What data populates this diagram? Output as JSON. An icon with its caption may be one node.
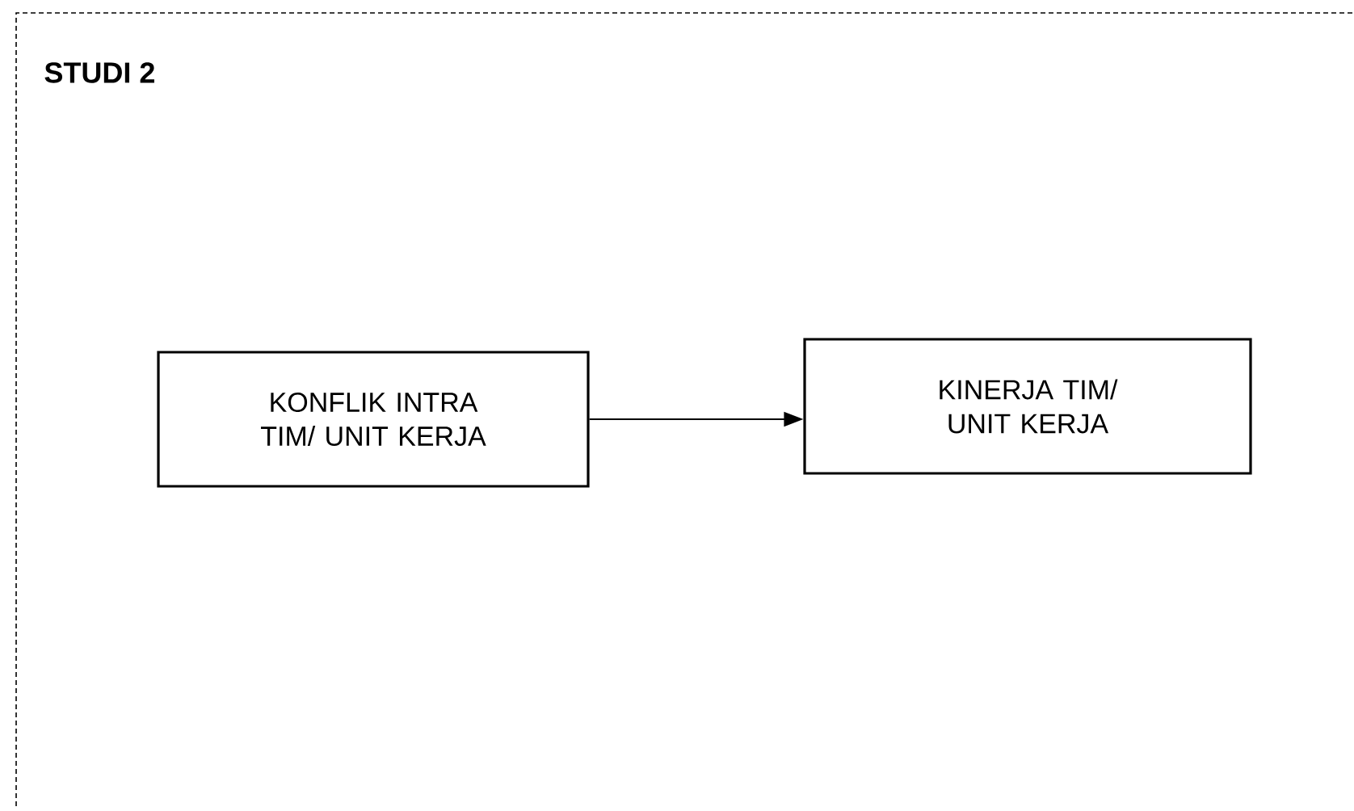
{
  "diagram": {
    "nodes": [
      {
        "text": [
          "STUDI 2"
        ]
      },
      {
        "text": [
          "KONFLIK INTRA TIM/ UNIT KERJA"
        ],
        "in": 0
      },
      {
        "text": [
          "KINERJA TIM/ UNIT KERJA"
        ],
        "in": 0
      }
    ],
    "edges": [
      {
        "from": 1,
        "to": 2,
        "arrow": "to"
      }
    ]
  }
}
